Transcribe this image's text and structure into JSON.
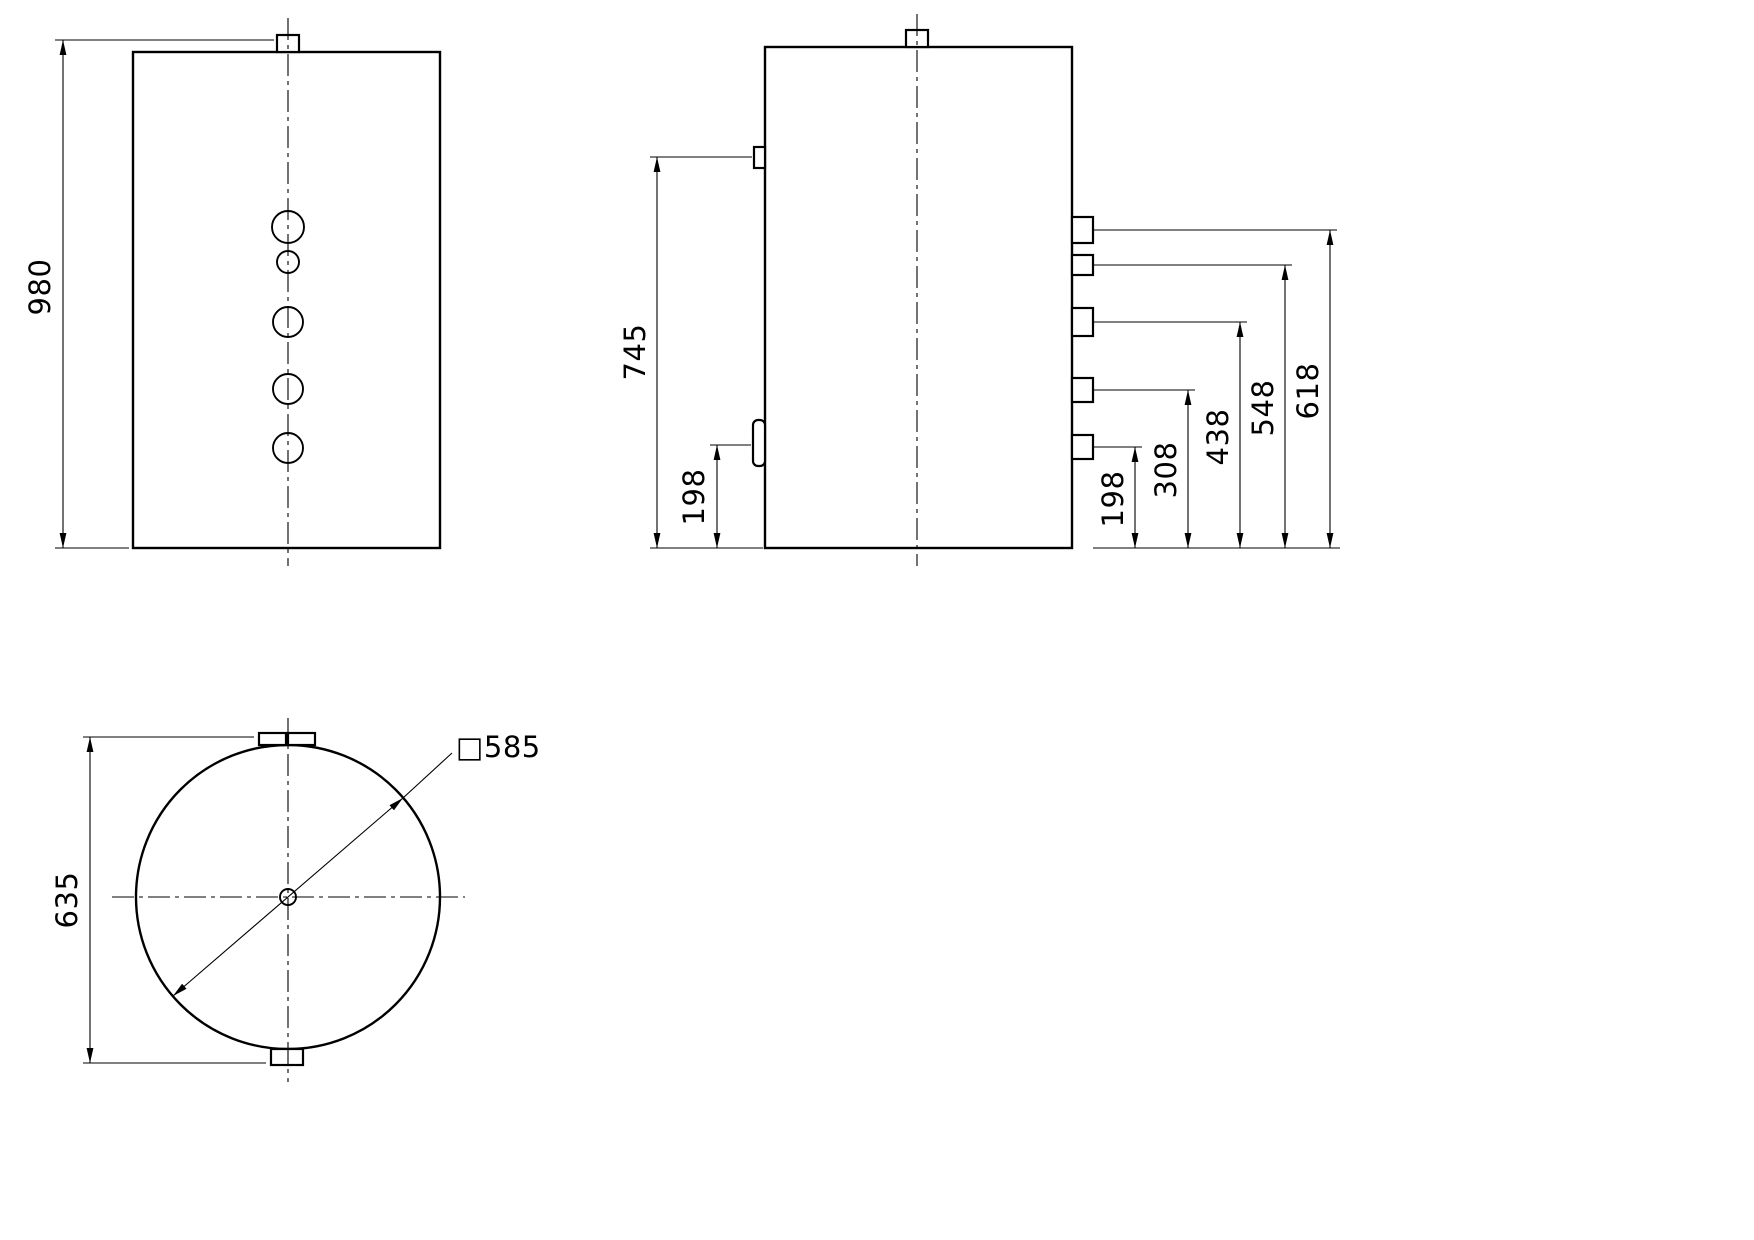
{
  "drawing": {
    "front_view": {
      "dim_overall_height": "980"
    },
    "side_view": {
      "dim_left_upper_port_height": "745",
      "dim_left_lower_port_height": "198",
      "dim_right_port_heights": [
        "198",
        "308",
        "438",
        "548",
        "618"
      ]
    },
    "bottom_view": {
      "dim_overall_width": "635",
      "dim_diameter": "□585"
    }
  }
}
